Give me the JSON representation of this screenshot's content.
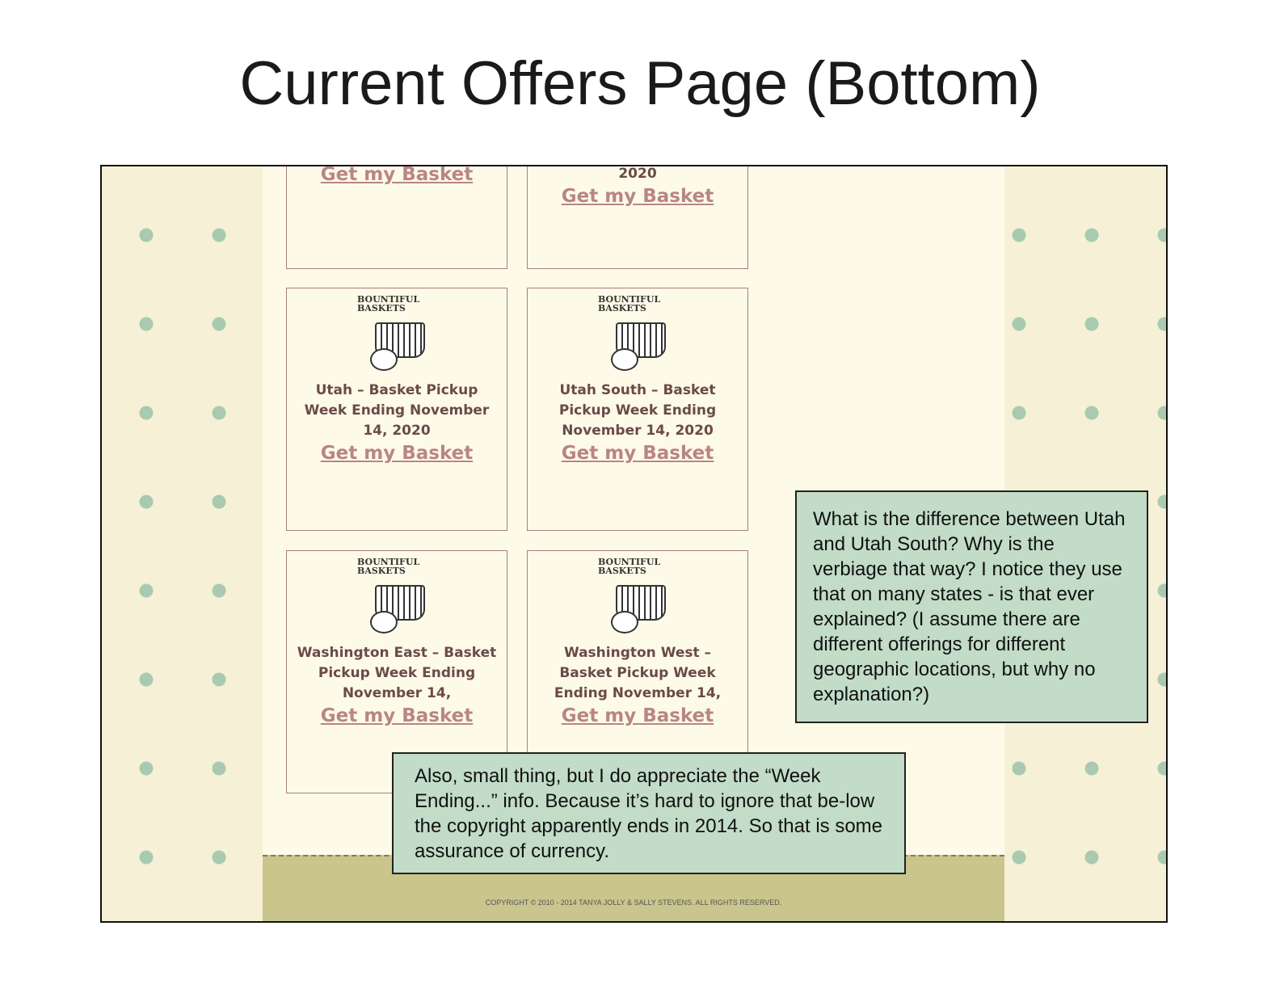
{
  "slide_title": "Current Offers Page (Bottom)",
  "logo_text": "BOUNTIFUL BASKETS",
  "cards": [
    {
      "text": "",
      "link": "Get my Basket"
    },
    {
      "text": "2020",
      "link": "Get my Basket"
    },
    {
      "text": "Utah – Basket Pickup Week Ending November 14, 2020",
      "link": "Get my Basket"
    },
    {
      "text": "Utah South – Basket Pickup Week Ending November 14, 2020",
      "link": "Get my Basket"
    },
    {
      "text": "Washington East – Basket Pickup Week Ending November 14,",
      "link": "Get my Basket"
    },
    {
      "text": "Washington West – Basket Pickup Week Ending November 14,",
      "link": "Get my Basket"
    }
  ],
  "footer": {
    "copyright": "COPYRIGHT © 2010 - 2014 TANYA JOLLY & SALLY STEVENS. ALL RIGHTS RESERVED."
  },
  "notes": [
    "What is the difference between Utah and Utah South? Why is the verbiage that way? I notice they use that on many states - is that ever explained? (I assume there are different offerings for different geographic locations, but why no explanation?)",
    "Also, small thing, but I do appreciate the “Week Ending...” info. Because it’s hard to ignore that be-low the copyright apparently ends in 2014. So that is some assurance of currency."
  ]
}
